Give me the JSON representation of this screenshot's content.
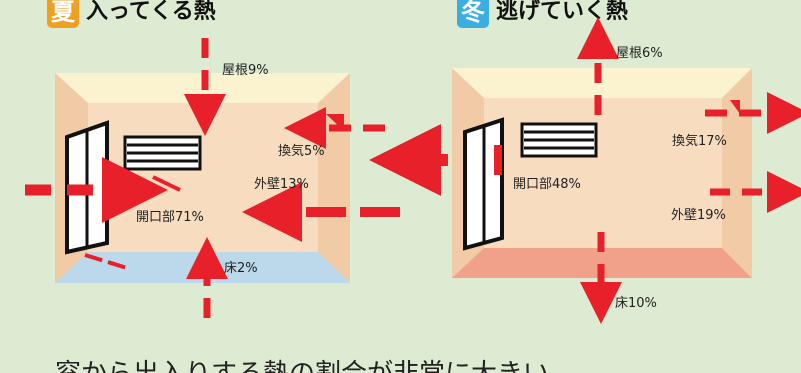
{
  "summer": {
    "badge": "夏",
    "title": "入ってくる熱",
    "labels": {
      "roof": "屋根9%",
      "ventilation": "換気5%",
      "outer_wall": "外壁13%",
      "opening": "開口部71%",
      "floor": "床2%"
    }
  },
  "winter": {
    "badge": "冬",
    "title": "逃げていく熱",
    "labels": {
      "roof": "屋根6%",
      "ventilation": "換気17%",
      "opening": "開口部48%",
      "outer_wall": "外壁19%",
      "floor": "床10%"
    }
  },
  "caption": "窓から出入りする熱の割合が非常に大きい",
  "colors": {
    "background": "#dcebd2",
    "arrow": "#e8202a",
    "summer_badge": "#f0a020",
    "winter_badge": "#3aaee0",
    "summer_floor": "#bcd9ec",
    "winter_floor": "#f1a08a",
    "room_wall": "#f7dcc0",
    "ceiling": "#fbf3cf"
  }
}
